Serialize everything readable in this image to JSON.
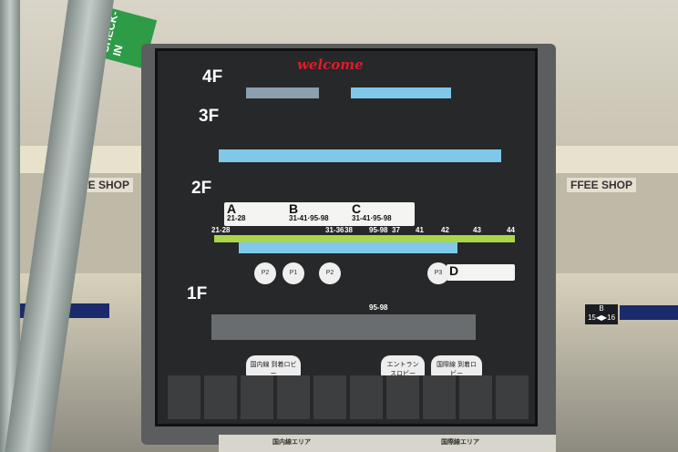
{
  "background": {
    "checkin_sign": "CHECK-IN",
    "shop_left": "FFEE SHOP",
    "shop_right": "FFEE SHOP",
    "gate_sign": {
      "letter": "B",
      "range": "15◀▶16"
    }
  },
  "directory": {
    "welcome": "welcome",
    "floors": [
      "4F",
      "3F",
      "2F",
      "1F"
    ],
    "checkpoints": [
      {
        "letter": "A",
        "gates": "21-28"
      },
      {
        "letter": "B",
        "gates": "31-41·95-98"
      },
      {
        "letter": "C",
        "gates": "31-41·95-98"
      },
      {
        "letter": "D",
        "gates": ""
      }
    ],
    "gate_numbers": [
      "21-28",
      "31-36",
      "38",
      "95-98",
      "37",
      "41",
      "42",
      "43",
      "44"
    ],
    "parking": [
      "P2",
      "P1",
      "P2",
      "P3"
    ],
    "floor1_gate": "95-98",
    "lobbies": [
      "国内線 到着ロビー",
      "エントランスロビー",
      "国際線 到着ロビー"
    ],
    "areas": [
      "国内線エリア",
      "国際線エリア"
    ]
  }
}
